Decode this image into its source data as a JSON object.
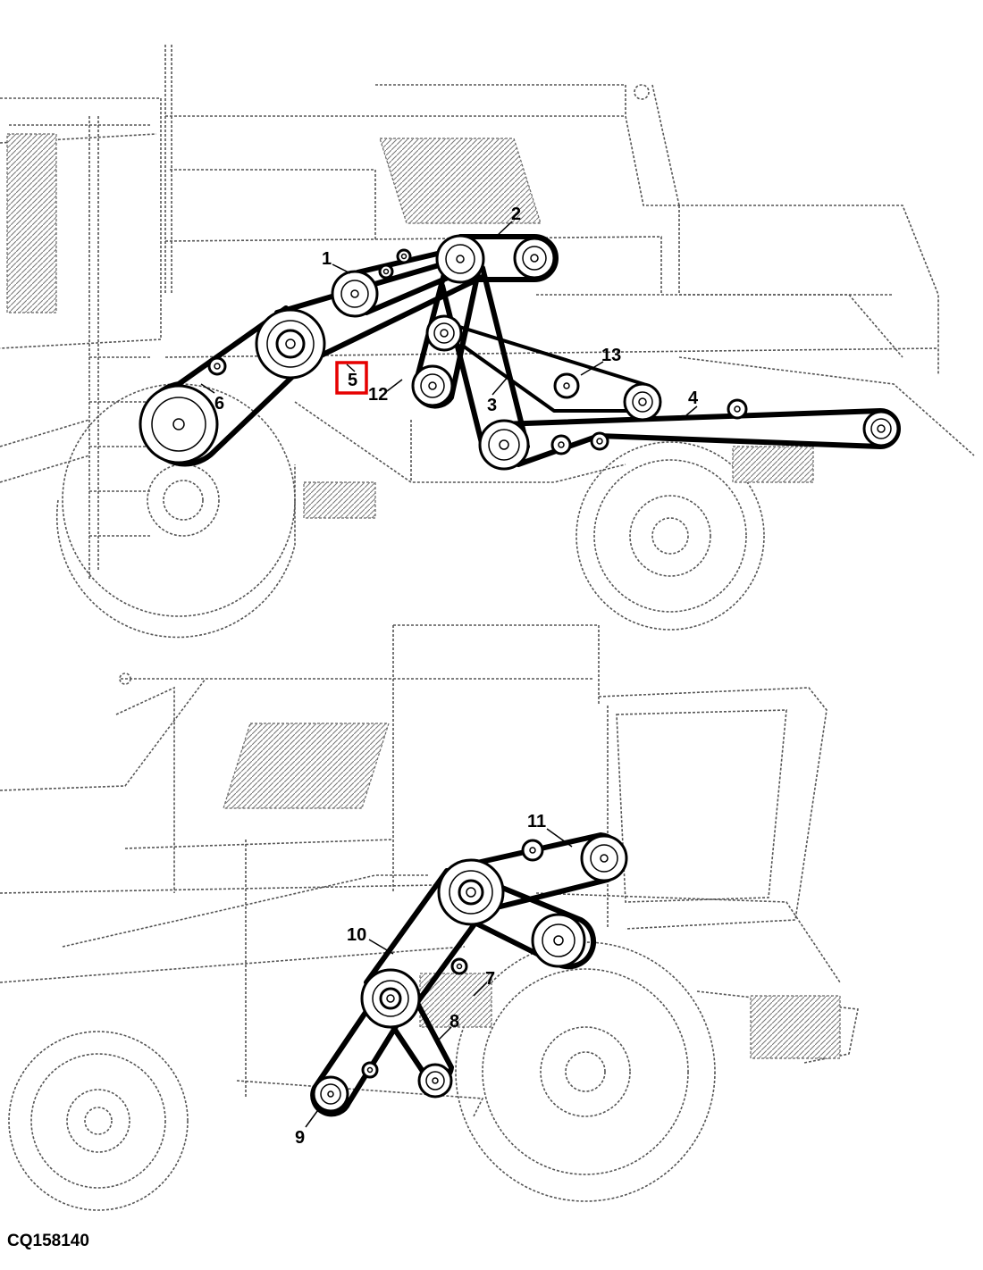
{
  "figure_id": "CQ158140",
  "highlight_color": "#e60000",
  "upper_view": {
    "callouts": [
      "1",
      "2",
      "3",
      "4",
      "5",
      "6",
      "12",
      "13"
    ],
    "highlighted_callout": "5"
  },
  "lower_view": {
    "callouts": [
      "7",
      "8",
      "9",
      "10",
      "11"
    ]
  }
}
